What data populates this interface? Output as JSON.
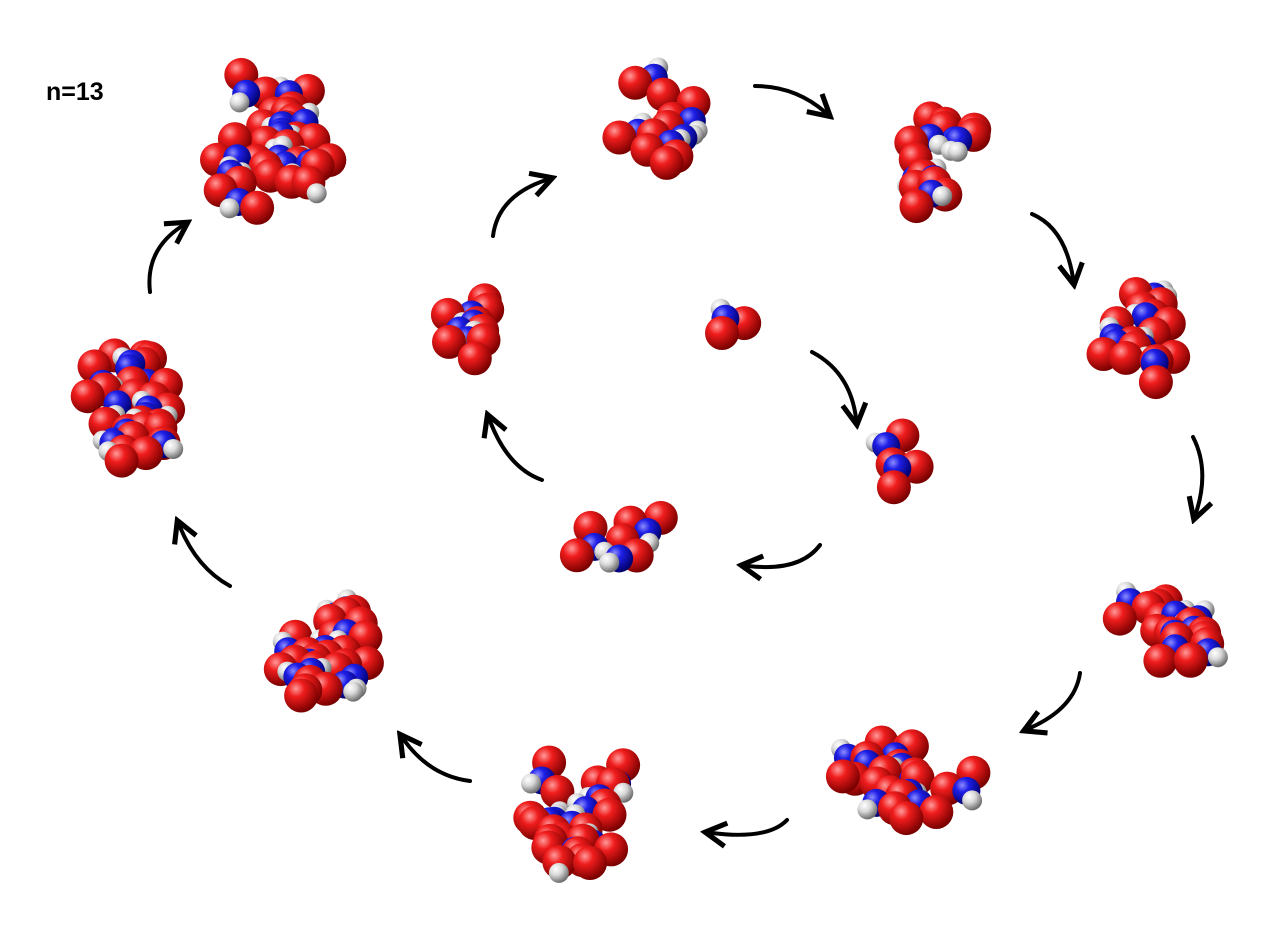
{
  "label": "n=13",
  "colors": {
    "oxygen": "#e8121a",
    "nitrogen": "#1a1ae0",
    "hydrogen": "#d8d8d8",
    "arrow": "#000000",
    "background": "#ffffff"
  },
  "clusters": [
    {
      "id": "cluster-n1"
    },
    {
      "id": "cluster-n2"
    },
    {
      "id": "cluster-n3"
    },
    {
      "id": "cluster-n4"
    },
    {
      "id": "cluster-n5"
    },
    {
      "id": "cluster-n6"
    },
    {
      "id": "cluster-n7"
    },
    {
      "id": "cluster-n8"
    },
    {
      "id": "cluster-n9"
    },
    {
      "id": "cluster-n10"
    },
    {
      "id": "cluster-n11"
    },
    {
      "id": "cluster-n12"
    },
    {
      "id": "cluster-n13"
    }
  ]
}
